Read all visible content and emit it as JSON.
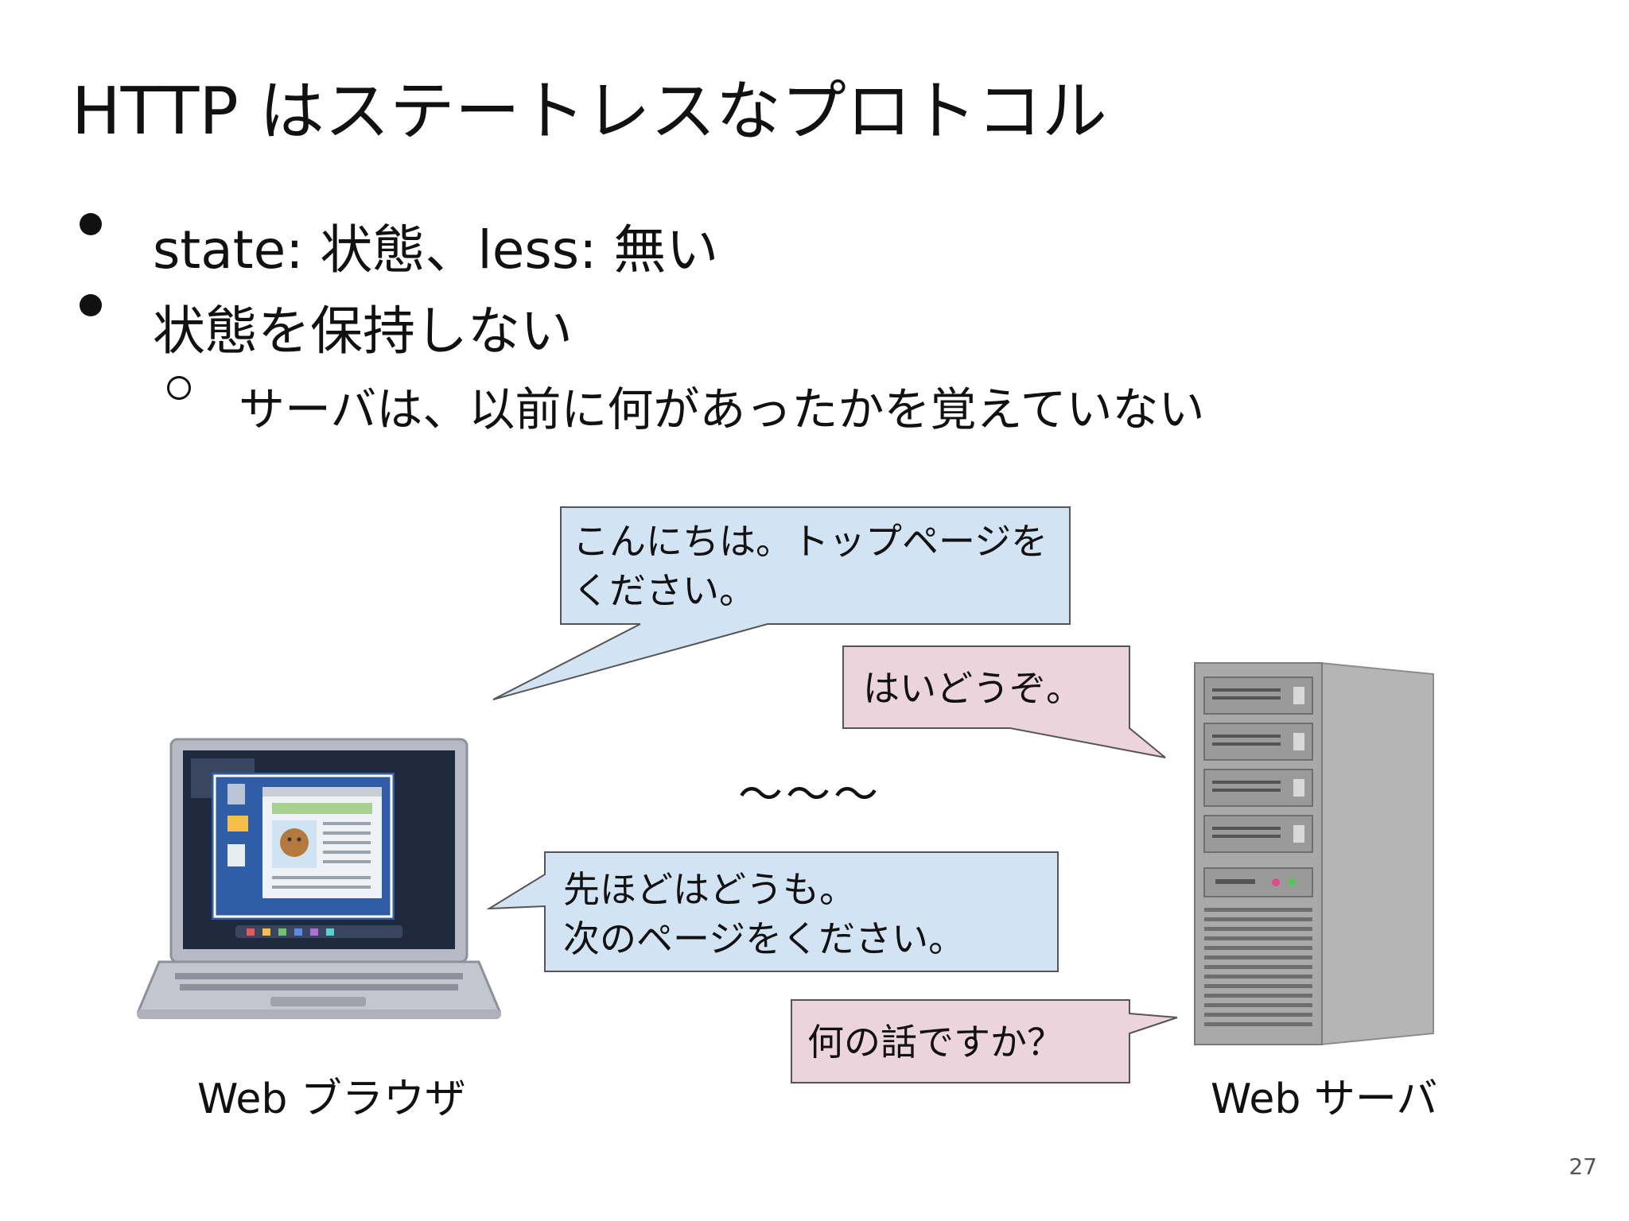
{
  "slide": {
    "title": "HTTP はステートレスなプロトコル",
    "bullets": [
      {
        "text": "state: 状態、less: 無い"
      },
      {
        "text": "状態を保持しない"
      }
    ],
    "sub_bullets": [
      {
        "text": "サーバは、以前に何があったかを覚えていない"
      }
    ],
    "page_number": "27"
  },
  "diagram": {
    "client_label": "Web ブラウザ",
    "server_label": "Web サーバ",
    "ellipsis": "〜〜〜",
    "bubbles": {
      "request1": "こんにちは。トップページを\nください。",
      "response1": "はいどうぞ。",
      "request2": "先ほどはどうも。\n次のページをください。",
      "response2": "何の話ですか？"
    },
    "colors": {
      "request_bubble": "#d2e3f4",
      "response_bubble": "#ebd4dc",
      "bubble_border": "#555555",
      "laptop_body": "#b7bac4",
      "laptop_screen": "#1f2a3f",
      "server_body": "#a9a9a9"
    }
  }
}
